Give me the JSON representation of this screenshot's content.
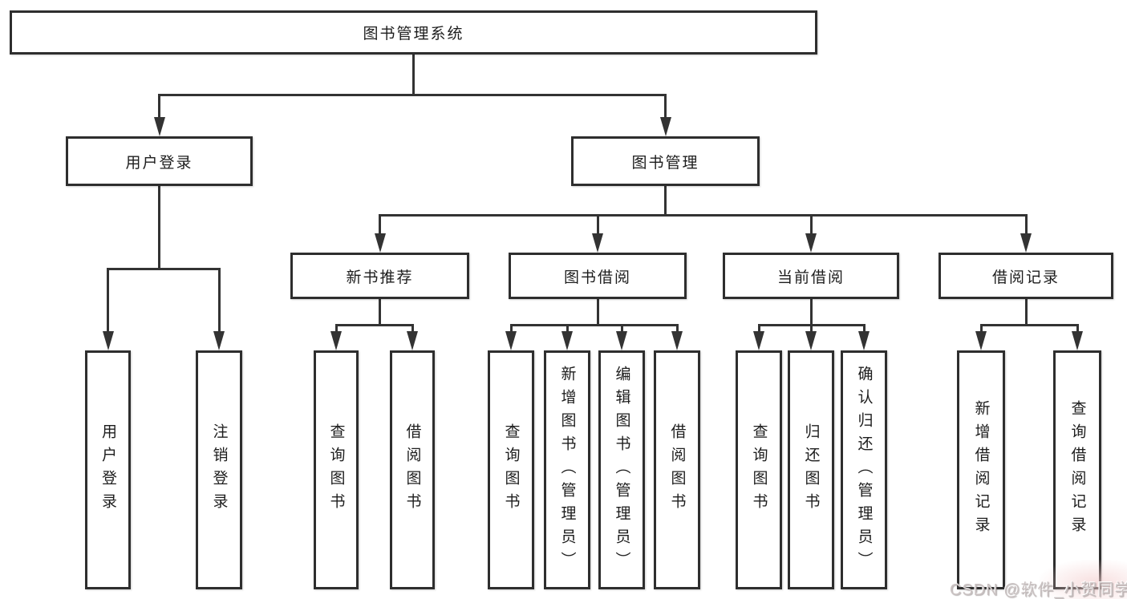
{
  "tree": {
    "label": "图书管理系统",
    "children": [
      {
        "label": "用户登录",
        "children": [
          {
            "label": "用户登录"
          },
          {
            "label": "注销登录"
          }
        ]
      },
      {
        "label": "图书管理",
        "children": [
          {
            "label": "新书推荐",
            "children": [
              {
                "label": "查询图书"
              },
              {
                "label": "借阅图书"
              }
            ]
          },
          {
            "label": "图书借阅",
            "children": [
              {
                "label": "查询图书"
              },
              {
                "label": "新增图书（管理员）"
              },
              {
                "label": "编辑图书（管理员）"
              },
              {
                "label": "借阅图书"
              }
            ]
          },
          {
            "label": "当前借阅",
            "children": [
              {
                "label": "查询图书"
              },
              {
                "label": "归还图书"
              },
              {
                "label": "确认归还（管理员）"
              }
            ]
          },
          {
            "label": "借阅记录",
            "children": [
              {
                "label": "新增借阅记录"
              },
              {
                "label": "查询借阅记录"
              }
            ]
          }
        ]
      }
    ]
  },
  "watermark": {
    "text": "CSDN @软件_小贺同学"
  },
  "colors": {
    "background": "#ffffff",
    "line": "#333333",
    "box_border": "#2e2e2e",
    "text": "#1d1d1d",
    "watermark_text": "#c9c1c1",
    "corner_tint": "#f3cdcd"
  }
}
